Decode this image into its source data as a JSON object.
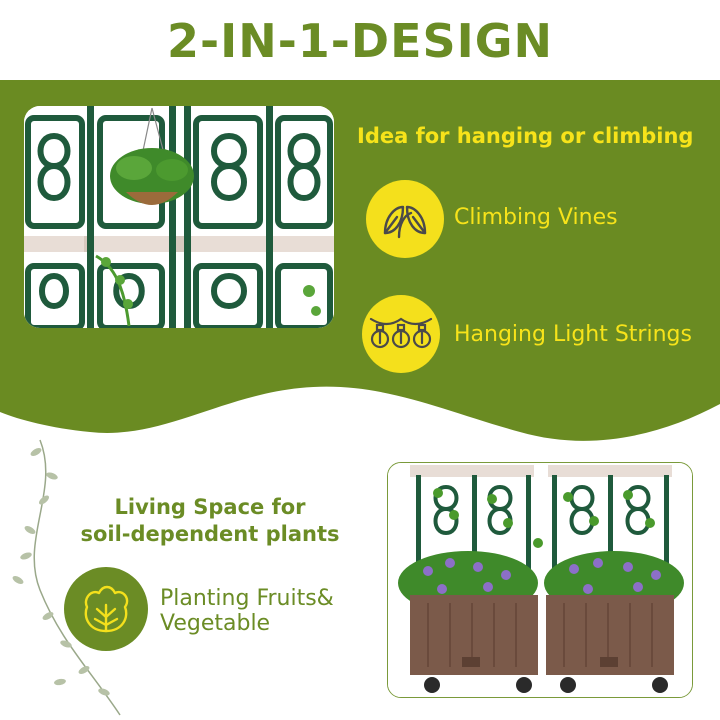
{
  "page": {
    "title": "2-IN-1-DESIGN"
  },
  "top_section": {
    "heading": "Idea for hanging or climbing",
    "features": [
      {
        "label": "Climbing Vines",
        "icon": "leaf-icon"
      },
      {
        "label": "Hanging Light Strings",
        "icon": "light-string-icon"
      }
    ]
  },
  "bottom_section": {
    "heading_line1": "Living Space for",
    "heading_line2": "soil-dependent plants",
    "feature_line1": "Planting Fruits&",
    "feature_line2": "Vegetable",
    "feature_icon": "vegetable-icon"
  },
  "colors": {
    "brand_green": "#6b8c25",
    "band_green": "#6a8b22",
    "accent_yellow": "#f4e01c",
    "planter_brown": "#7b5a4a",
    "trellis_green": "#1f5a3c"
  }
}
